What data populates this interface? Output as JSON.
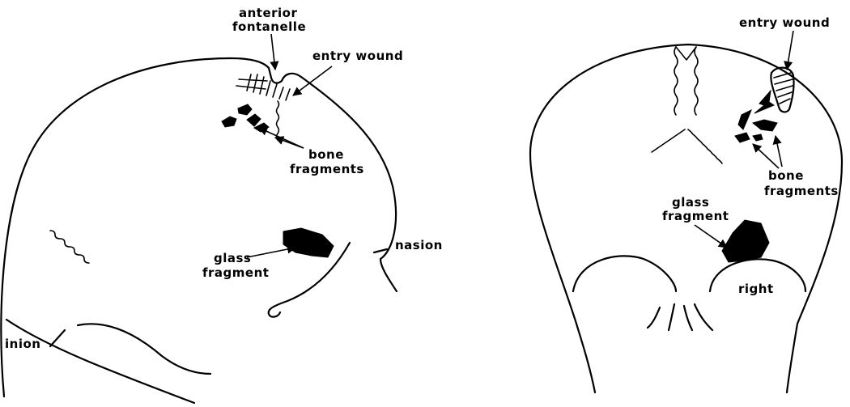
{
  "lateral_view": {
    "anterior_fontanelle_line1": "anterior",
    "anterior_fontanelle_line2": "fontanelle",
    "entry_wound": "entry wound",
    "bone_fragments_line1": "bone",
    "bone_fragments_line2": "fragments",
    "glass_fragment_line1": "glass",
    "glass_fragment_line2": "fragment",
    "nasion": "nasion",
    "inion": "inion"
  },
  "frontal_view": {
    "entry_wound": "entry wound",
    "bone_fragments_line1": "bone",
    "bone_fragments_line2": "fragments",
    "glass_fragment_line1": "glass",
    "glass_fragment_line2": "fragment",
    "right": "right"
  }
}
